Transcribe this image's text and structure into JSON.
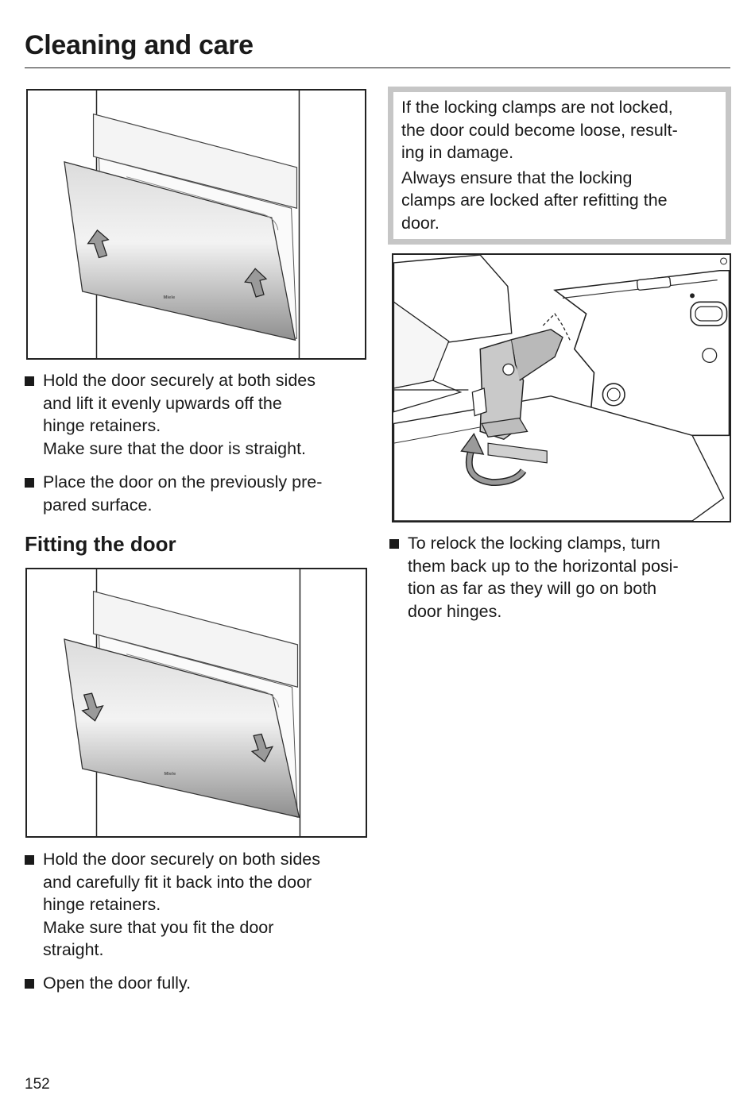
{
  "header": {
    "title": "Cleaning and care"
  },
  "removal": {
    "bullets": [
      [
        "Hold the door securely at both sides",
        "and lift it evenly upwards off the",
        "hinge retainers.",
        "Make sure that the door is straight."
      ],
      [
        "Place the door on the previously pre-",
        "pared surface."
      ]
    ]
  },
  "fitting": {
    "heading": "Fitting the door",
    "bullets": [
      [
        "Hold the door securely on both sides",
        "and carefully fit it back into the door",
        "hinge retainers.",
        "Make sure that you fit the door",
        "straight."
      ],
      [
        "Open the door fully."
      ]
    ]
  },
  "warning": {
    "lines_1": [
      "If the locking clamps are not locked,",
      "the door could become loose, result-",
      "ing in damage."
    ],
    "lines_2": [
      "Always ensure that the locking",
      "clamps are locked after refitting the",
      "door."
    ]
  },
  "relock": {
    "bullet": [
      "To relock the locking clamps, turn",
      "them back up to the horizontal posi-",
      "tion as far as they will go on both",
      "door hinges."
    ]
  },
  "figures": {
    "door_brand": "Miele"
  },
  "footer": {
    "page_number": "152"
  }
}
